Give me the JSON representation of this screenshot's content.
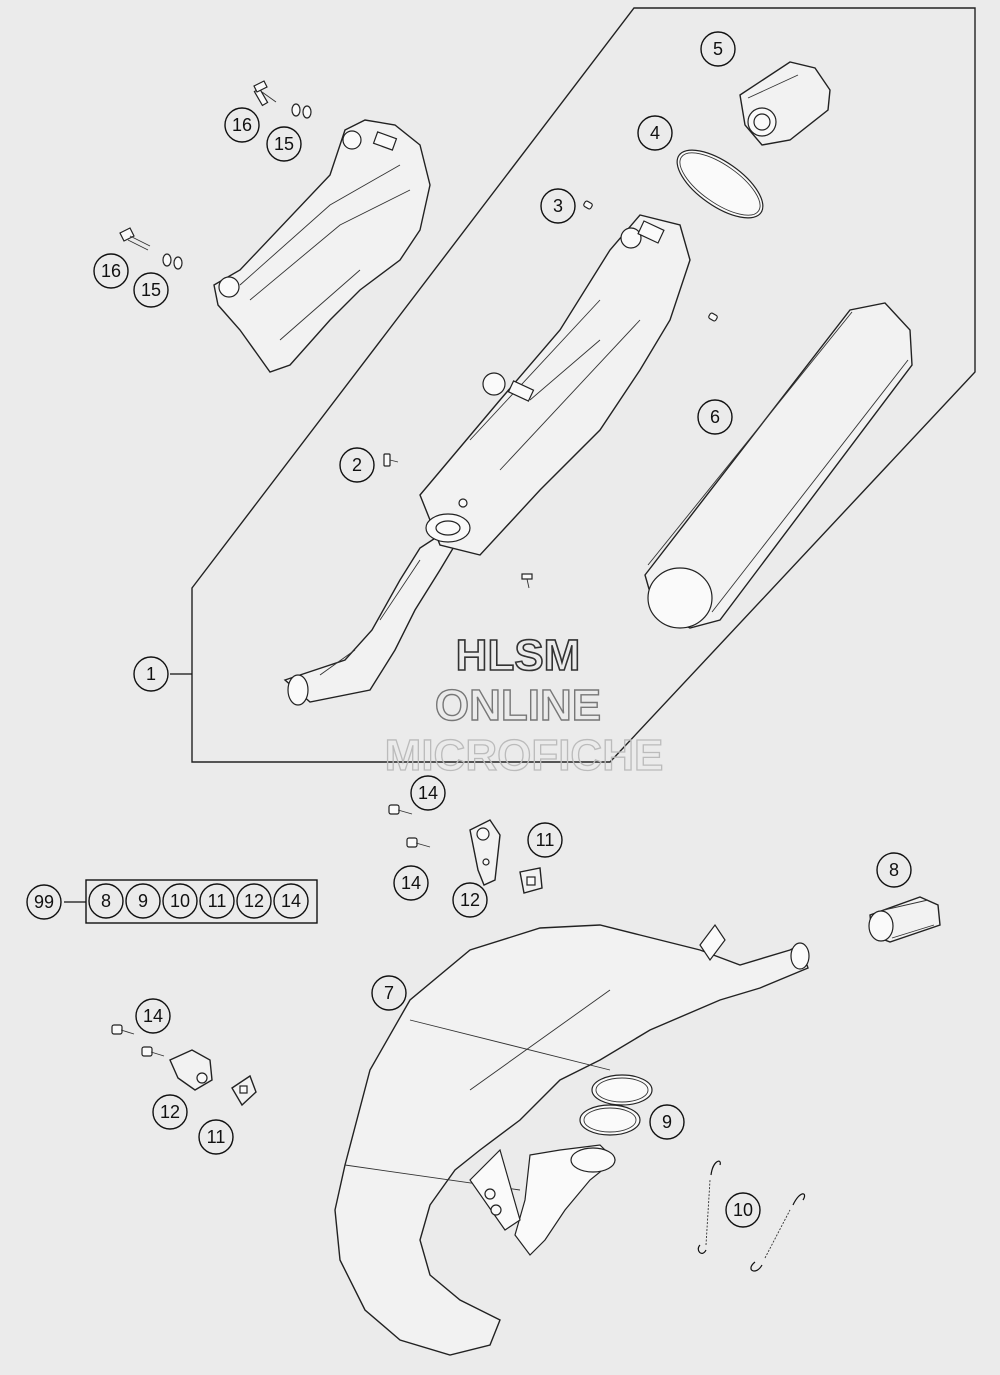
{
  "callouts": {
    "c1": "1",
    "c2": "2",
    "c3": "3",
    "c4": "4",
    "c5": "5",
    "c6": "6",
    "c7": "7",
    "c8": "8",
    "c9": "9",
    "c10": "10",
    "c11a": "11",
    "c11b": "11",
    "c12a": "12",
    "c12b": "12",
    "c14a": "14",
    "c14b": "14",
    "c14c": "14",
    "c15a": "15",
    "c15b": "15",
    "c16a": "16",
    "c16b": "16",
    "c99": "99"
  },
  "kit": {
    "items": [
      "8",
      "9",
      "10",
      "11",
      "12",
      "14"
    ]
  },
  "watermark": {
    "line1": "HLSM",
    "line2": "ONLINE",
    "line3": "MICROFICHE"
  },
  "colors": {
    "background": "#ebebeb",
    "line": "#222222",
    "part_fill": "#f2f2f2"
  }
}
